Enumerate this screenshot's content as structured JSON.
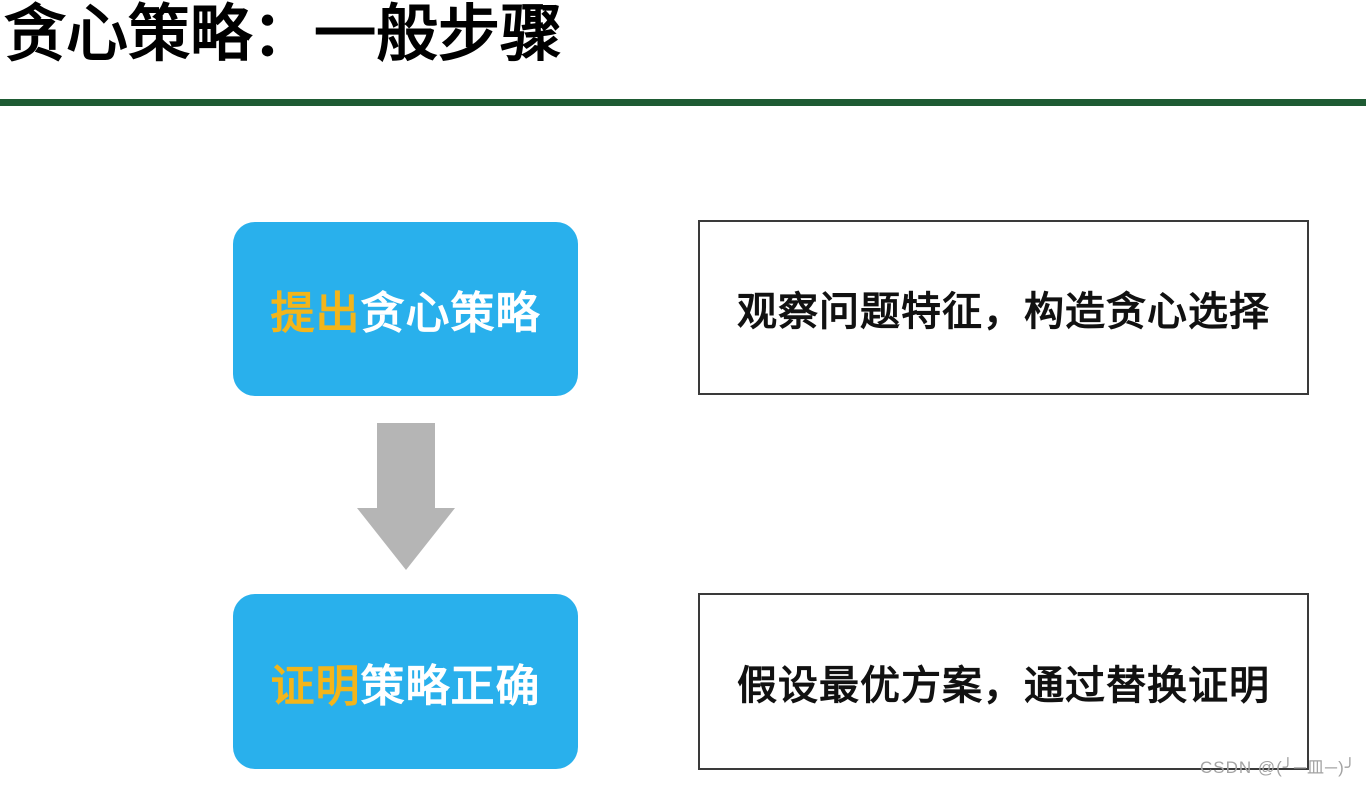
{
  "title": "贪心策略：一般步骤",
  "colors": {
    "accent_blue": "#29B0EC",
    "highlight_yellow": "#F3B51A",
    "divider_green": "#1E5B33",
    "arrow_gray": "#B5B5B5",
    "box_border": "#3A3A3A",
    "watermark_gray": "#A3A3A3"
  },
  "steps": [
    {
      "highlight": "提出",
      "rest": "贪心策略",
      "description": "观察问题特征，构造贪心选择"
    },
    {
      "highlight": "证明",
      "rest": "策略正确",
      "description": "假设最优方案，通过替换证明"
    }
  ],
  "icons": {
    "down_arrow": "down-arrow"
  },
  "watermark": "CSDN @(╯─皿─)╯"
}
